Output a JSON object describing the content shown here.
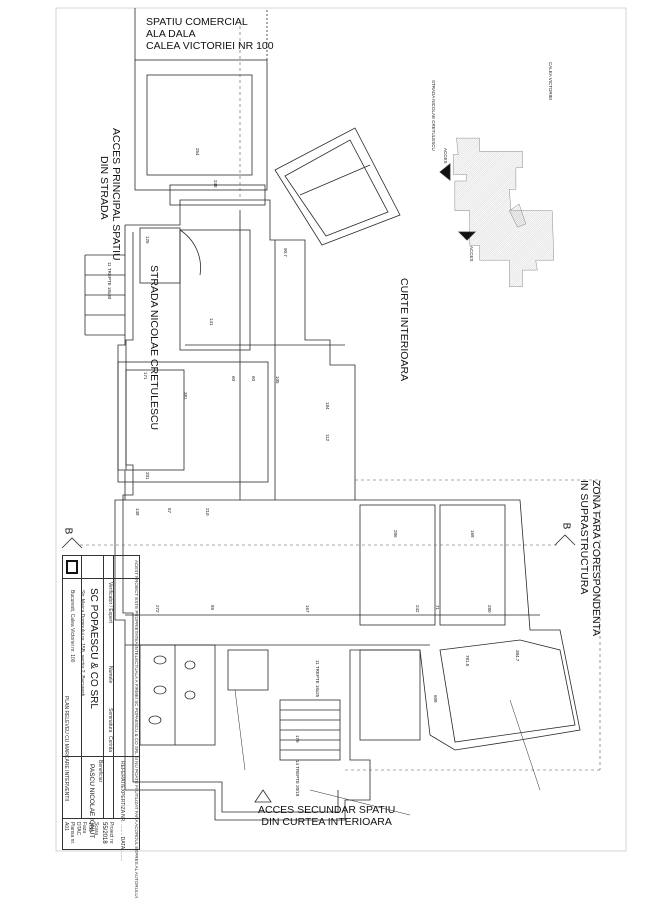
{
  "labels": {
    "commercial_space": [
      "SPATIU COMERCIAL",
      "ALA DALA",
      "CALEA VICTORIEI NR 100"
    ],
    "main_access": [
      "ACCES PRINCIPAL SPATIU",
      "DIN STRADA"
    ],
    "street": "STRADA NICOLAE CRETULESCU",
    "courtyard": "CURTE INTERIOARA",
    "no_correspondence_zone": [
      "ZONA FARA CORESPONDENTA",
      "IN SUPRASTRUCTURA"
    ],
    "secondary_access": [
      "ACCES SECUNDAR SPATIU",
      "DIN CURTEA INTERIOARA"
    ],
    "section_marker": "B",
    "stairs_note": "11 TREPTE 18x30",
    "stairs_note_2": "11 TREPTE 18x25",
    "stairs_note_3": "14 TREPTE 20/18"
  },
  "key_plan": {
    "street_label": "STRADA NICOLAE CRETULESCU",
    "avenue_label": "CALEA VICTORIEI",
    "access_top": "ACCES",
    "access_bottom": "ACCES"
  },
  "dimensions": [
    "254",
    "248",
    "125",
    "171",
    "381",
    "201",
    "148",
    "57",
    "210",
    "60",
    "105",
    "184",
    "112",
    "60",
    "286",
    "168",
    "272",
    "89",
    "167",
    "242",
    "71",
    "280",
    "384.7",
    "781.5",
    "608",
    "179",
    "90.7",
    "141"
  ],
  "title_block": {
    "company": "SC POPAESCU & CO SRL",
    "company_address": "Str. Maica Domnului nr. 15B, sector 2, Bucuresti",
    "beneficiary_label": "Beneficiar",
    "beneficiary": "PASCU NICOLAE IONUT",
    "project_no_label": "Proiect nr.",
    "project_no": "55/2018",
    "scale_label": "Scara",
    "scale": "1:50",
    "phase_label": "Faza",
    "phase": "DTAC",
    "drawing_title": "PLAN RELEVEU CU MARCARE INTERVENTII",
    "sheet_label": "Plansa nr.",
    "sheet": "A01",
    "roles": [
      "Verificator / Expert",
      "Numele",
      "Semnatura",
      "Cerinta"
    ],
    "location": "Bucuresti, Calea Victoriei nr. 100",
    "copyright": "ACEST PROIECT ESTE PROPRIETATEA INTELECTUALA A FIRMEI SC POPAESCU & CO SRL SI NU POATE FI UTILIZAT FARA ACORDUL EXPRES AL AUTORULUI",
    "referat": "REFERAT/EXPERTIZA NR. ........ DATA ........"
  },
  "colors": {
    "line": "#2a2a2a",
    "hatch": "#555555",
    "paper": "#ffffff"
  }
}
